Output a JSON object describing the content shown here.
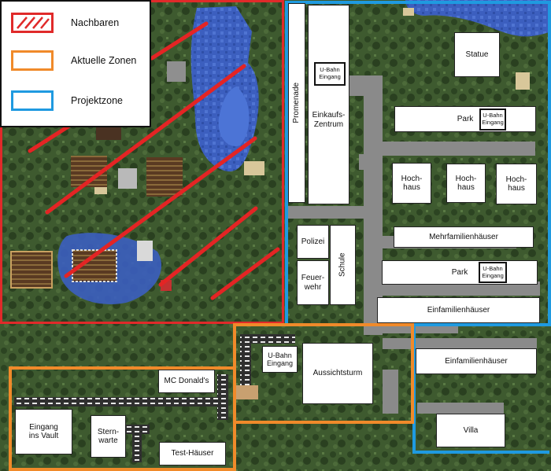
{
  "legend": {
    "neighbors": {
      "label": "Nachbaren",
      "color": "#e02a2a"
    },
    "current_zones": {
      "label": "Aktuelle Zonen",
      "color": "#f08a2a"
    },
    "project_zone": {
      "label": "Projektzone",
      "color": "#1f9ae0"
    }
  },
  "labels": {
    "promenade": "Promenade",
    "ubahn_1": "U-Bahn Eingang",
    "einkaufszentrum": "Einkaufs-\nZentrum",
    "statue": "Statue",
    "park_1": "Park",
    "ubahn_2": "U-Bahn Eingang",
    "hochhaus_1": "Hoch-\nhaus",
    "hochhaus_2": "Hoch-\nhaus",
    "hochhaus_3": "Hoch-\nhaus",
    "polizei": "Polizei",
    "schule": "Schule",
    "feuerwehr": "Feuer-\nwehr",
    "mehrfamilienhaeuser": "Mehrfamilienhäuser",
    "park_2": "Park",
    "ubahn_3": "U-Bahn Eingang",
    "einfamilienhaeuser_1": "Einfamilienhäuser",
    "einfamilienhaeuser_2": "Einfamilienhäuser",
    "ubahn_4": "U-Bahn Eingang",
    "aussichtsturm": "Aussichtsturm",
    "villa": "Villa",
    "mcdonalds": "MC Donald's",
    "eingang_vault": "Eingang\nins Vault",
    "sternwarte": "Stern-\nwarte",
    "test_haeuser": "Test-Häuser"
  }
}
